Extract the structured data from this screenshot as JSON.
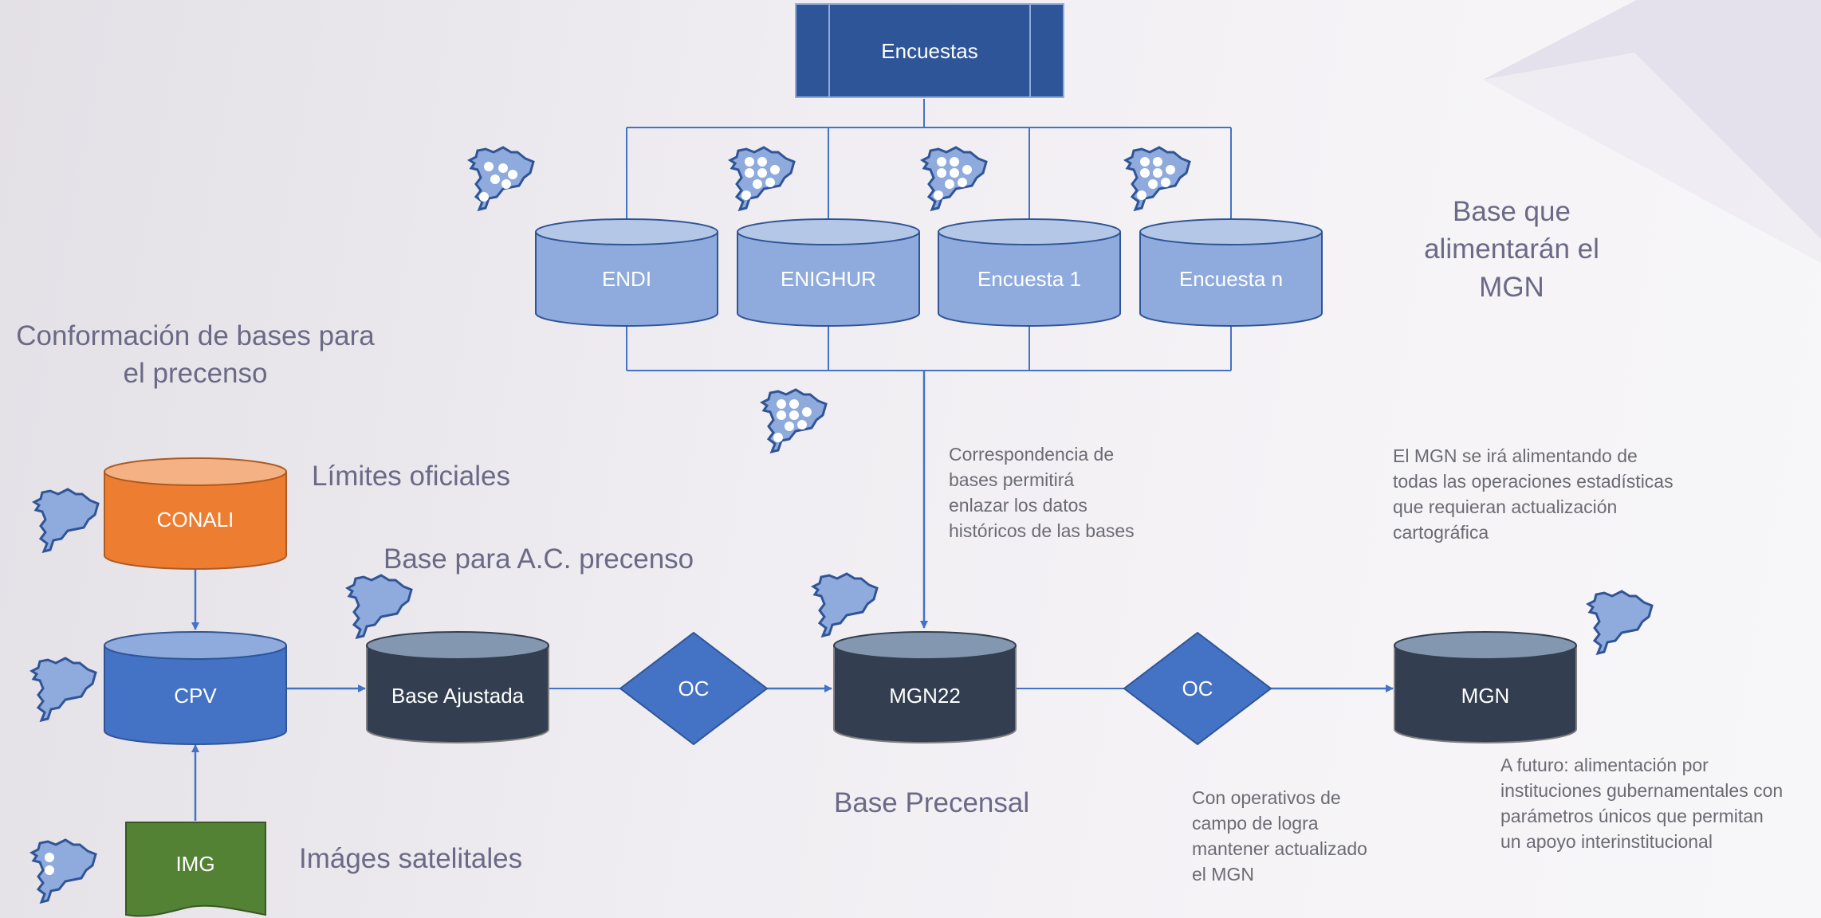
{
  "colors": {
    "navy": "#2e5597",
    "light_blue": "#8faadc",
    "mid_blue": "#4472c4",
    "orange": "#ed7d31",
    "dark": "#333f50",
    "green": "#548235",
    "connector": "#4472c4",
    "heading_text": "#6a6a86",
    "note_text": "#6b6b74"
  },
  "icons": {
    "ecuador_map": "ecuador-map-icon",
    "ecuador_map_dots": "ecuador-map-dots-icon"
  },
  "nodes": {
    "encuestas": "Encuestas",
    "endi": "ENDI",
    "enighur": "ENIGHUR",
    "encuesta1": "Encuesta 1",
    "encuestan": "Encuesta n",
    "conali": "CONALI",
    "cpv": "CPV",
    "img": "IMG",
    "base_ajustada": "Base Ajustada",
    "oc1": "OC",
    "mgn22": "MGN22",
    "oc2": "OC",
    "mgn": "MGN"
  },
  "labels": {
    "conformacion": "Conformación de bases para el precenso",
    "limites": "Límites oficiales",
    "base_ac": "Base para A.C. precenso",
    "imagenes": "Imáges satelitales",
    "base_precensal": "Base Precensal",
    "base_que": "Base que alimentarán el MGN"
  },
  "notes": {
    "correspondencia": "Correspondencia de\nbases permitirá\nenlazar los datos\nhistóricos de las bases",
    "mgn_alimentando": "El MGN se irá alimentando de\ntodas las operaciones estadísticas\nque requieran actualización\ncartográfica",
    "operativos": "Con operativos de\ncampo de logra\nmantener actualizado\nel MGN",
    "futuro": "A futuro: alimentación por\ninstituciones gubernamentales con\nparámetros únicos que permitan\nun apoyo interinstitucional"
  }
}
